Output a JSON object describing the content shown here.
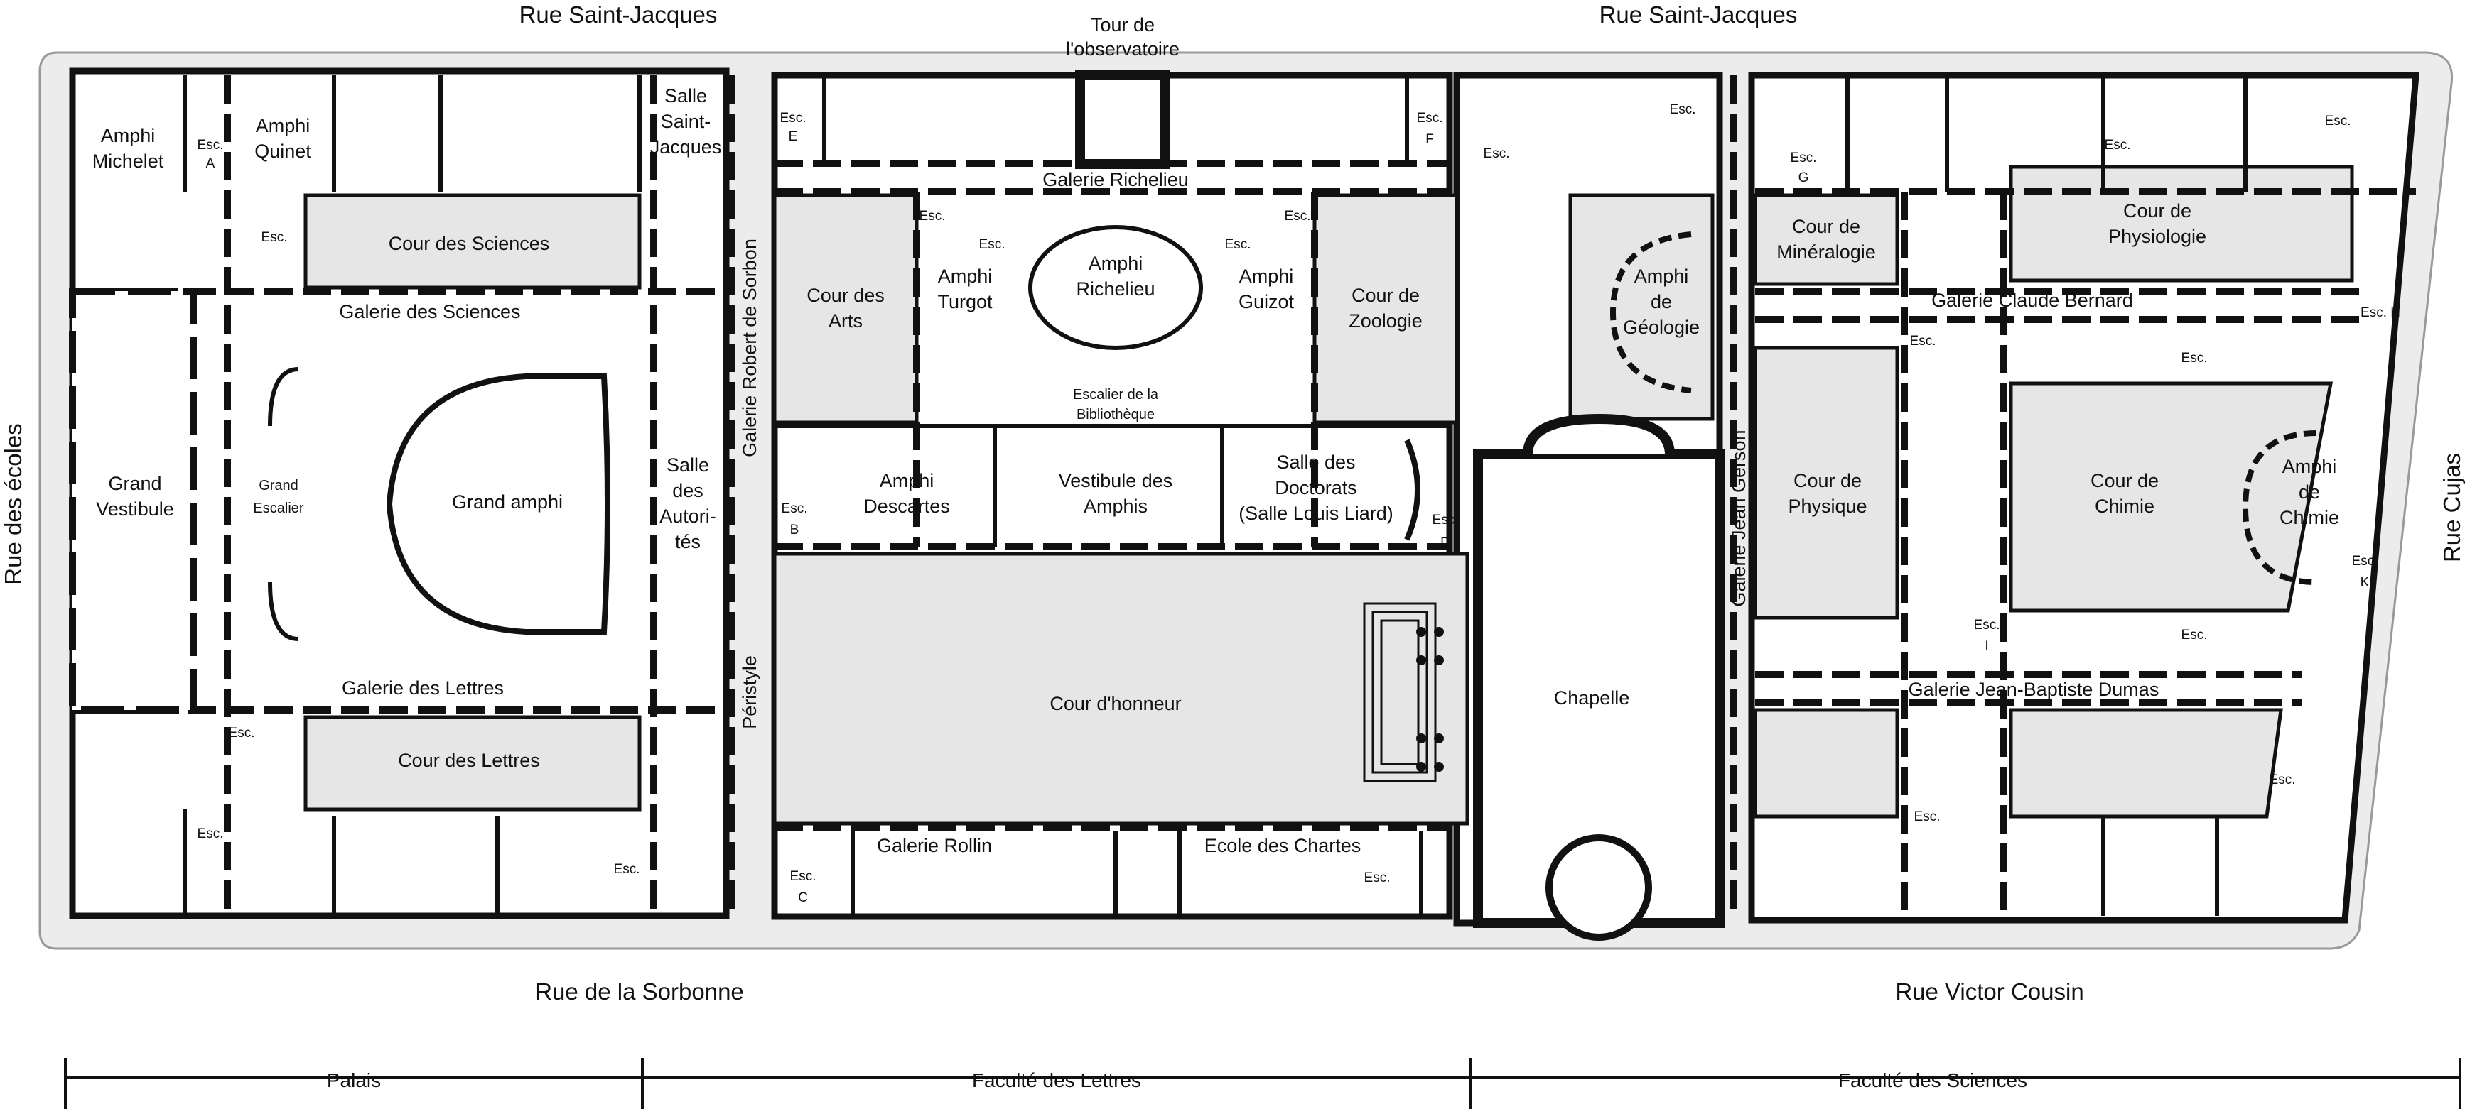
{
  "title": "",
  "colors": {
    "background": "#ffffff",
    "site_fill": "#ececec",
    "courtyard_fill": "#e6e6e6",
    "wall": "#111111",
    "building": "#ffffff"
  },
  "streets": {
    "north_left": "Rue Saint-Jacques",
    "north_right": "Rue Saint-Jacques",
    "south_left": "Rue de la Sorbonne",
    "south_right": "Rue Victor Cousin",
    "west": "Rue des écoles",
    "east": "Rue Cujas"
  },
  "tower": {
    "line1": "Tour de",
    "line2": "l'observatoire"
  },
  "rooms": {
    "amphi_michelet": [
      "Amphi",
      "Michelet"
    ],
    "amphi_quinet": [
      "Amphi",
      "Quinet"
    ],
    "salle_saint_jacques": [
      "Salle",
      "Saint-",
      "Jacques"
    ],
    "cour_sciences": "Cour des Sciences",
    "galerie_sciences": "Galerie des Sciences",
    "grand_vestibule": [
      "Grand",
      "Vestibule"
    ],
    "grand_escalier": [
      "Grand",
      "Escalier"
    ],
    "grand_amphi": "Grand amphi",
    "salle_autorites": [
      "Salle",
      "des",
      "Autori-",
      "tés"
    ],
    "galerie_lettres": "Galerie des Lettres",
    "cour_lettres": "Cour des Lettres",
    "galerie_robert_sorbon": "Galerie Robert de Sorbon",
    "peristyle": "Péristyle",
    "galerie_richelieu": "Galerie Richelieu",
    "cour_arts": [
      "Cour des",
      "Arts"
    ],
    "amphi_turgot": [
      "Amphi",
      "Turgot"
    ],
    "amphi_richelieu": [
      "Amphi",
      "Richelieu"
    ],
    "escalier_bibliotheque": [
      "Escalier de la",
      "Bibliothèque"
    ],
    "amphi_guizot": [
      "Amphi",
      "Guizot"
    ],
    "cour_zoologie": [
      "Cour de",
      "Zoologie"
    ],
    "amphi_descartes": [
      "Amphi",
      "Descartes"
    ],
    "vestibule_amphis": [
      "Vestibule des",
      "Amphis"
    ],
    "salle_doctorats": [
      "Salle des",
      "Doctorats",
      "(Salle Louis Liard)"
    ],
    "cour_honneur": "Cour d'honneur",
    "galerie_rollin": "Galerie Rollin",
    "ecole_chartes": "Ecole des Chartes",
    "amphi_geologie": [
      "Amphi",
      "de",
      "Géologie"
    ],
    "chapelle": "Chapelle",
    "galerie_jean_gerson": "Galerie Jean Gerson",
    "cour_mineralogie": [
      "Cour de",
      "Minéralogie"
    ],
    "cour_physiologie": [
      "Cour de",
      "Physiologie"
    ],
    "galerie_claude_bernard": "Galerie Claude Bernard",
    "cour_physique": [
      "Cour de",
      "Physique"
    ],
    "cour_chimie": [
      "Cour de",
      "Chimie"
    ],
    "amphi_chimie": [
      "Amphi",
      "de",
      "Chimie"
    ],
    "galerie_dumas": "Galerie Jean-Baptiste Dumas"
  },
  "stairs": {
    "esc": "Esc.",
    "a": "A",
    "b": "B",
    "c": "C",
    "d": "D",
    "e": "E",
    "f": "F",
    "g": "G",
    "h": "Esc. H",
    "i": "I",
    "k": "K"
  },
  "zones": [
    "Palais",
    "Faculté des Lettres",
    "Faculté des Sciences"
  ]
}
